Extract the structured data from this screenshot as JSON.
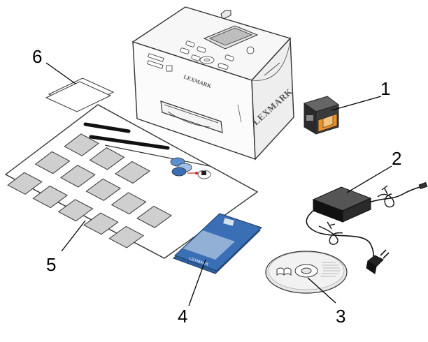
{
  "printer": {
    "brand_front": "LEXMARK",
    "brand_top": "LEXMARK"
  },
  "manual": {
    "brand": "LEXMARK"
  },
  "callouts": [
    {
      "id": "ink-cartridge",
      "number": "1"
    },
    {
      "id": "power-supply",
      "number": "2"
    },
    {
      "id": "software-cd",
      "number": "3"
    },
    {
      "id": "user-guide",
      "number": "4"
    },
    {
      "id": "photo-paper",
      "number": "5"
    },
    {
      "id": "setup-sheet",
      "number": "6"
    }
  ],
  "colors": {
    "outline": "#333333",
    "printer_body": "#f4f4f4",
    "paper_square": "#cfcfcf",
    "manual_blue": "#3a6fb5",
    "cartridge_orange": "#e8912c",
    "cable_black": "#111111"
  }
}
